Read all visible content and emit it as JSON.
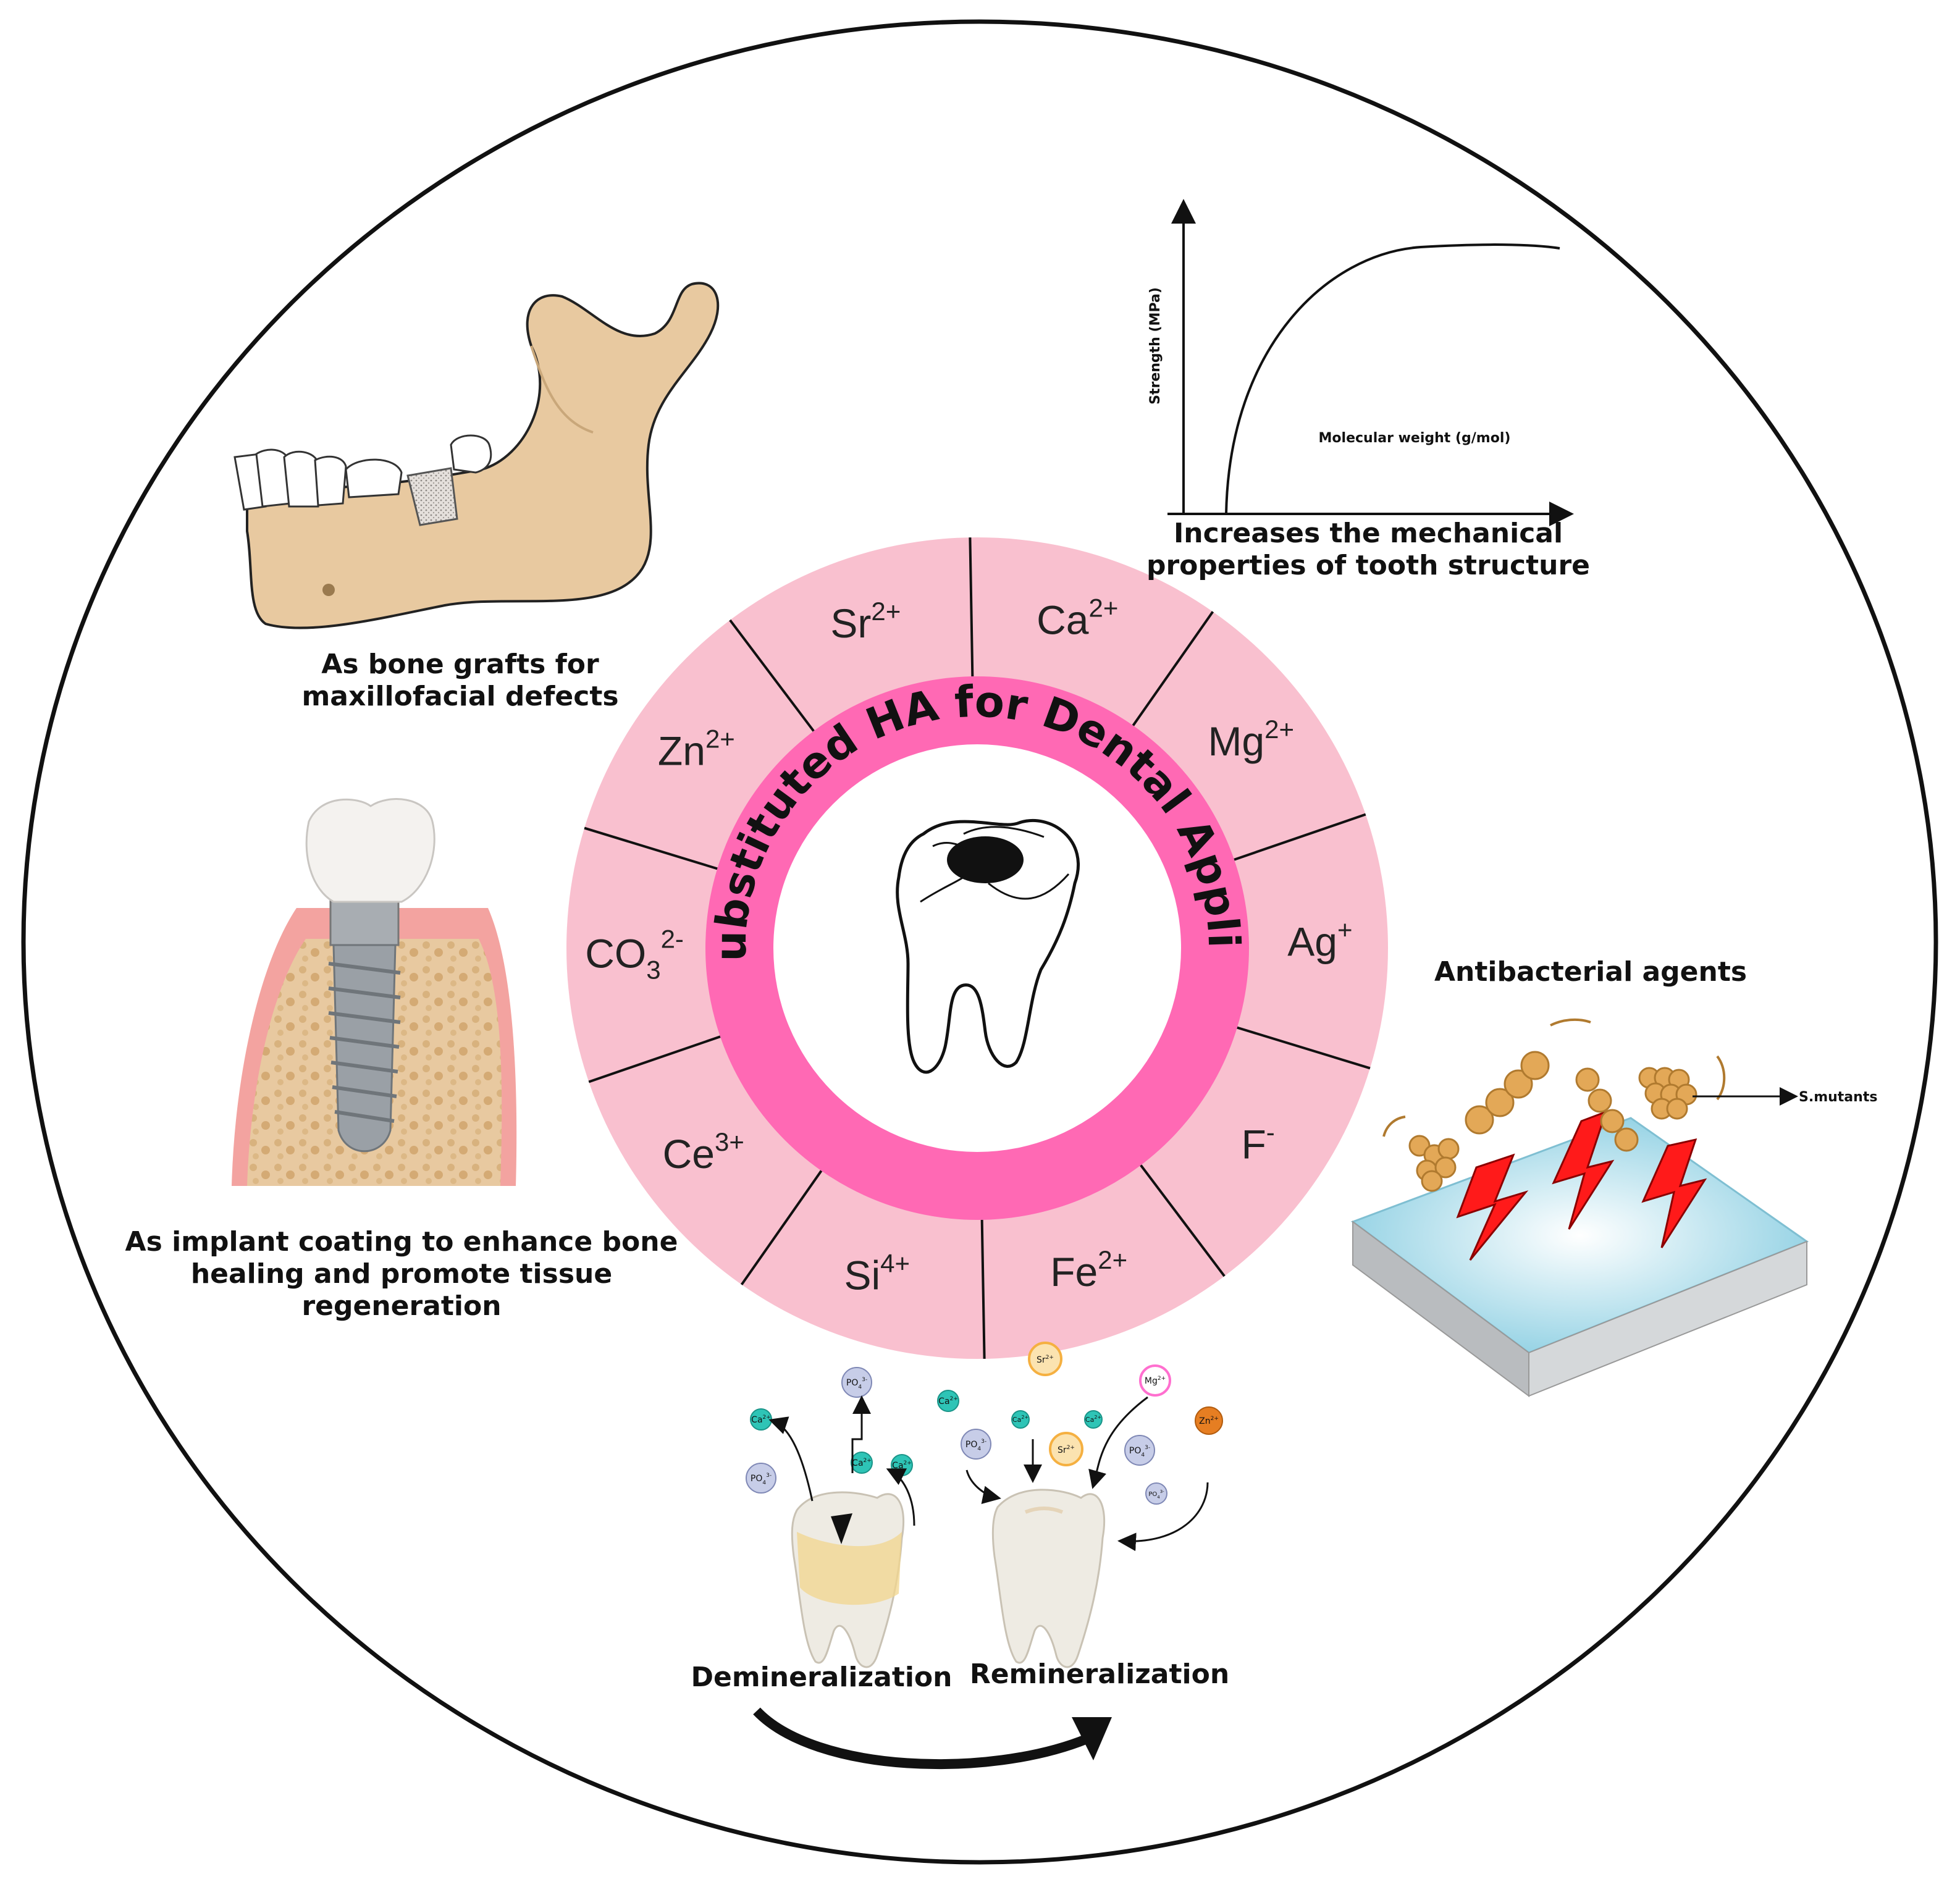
{
  "center_title": "Ionic Substituted HA for Dental Applications",
  "ions": [
    {
      "base": "Ca",
      "sup": "2+",
      "sub": ""
    },
    {
      "base": "Mg",
      "sup": "2+",
      "sub": ""
    },
    {
      "base": "Ag",
      "sup": "+",
      "sub": ""
    },
    {
      "base": "F",
      "sup": "-",
      "sub": ""
    },
    {
      "base": "Fe",
      "sup": "2+",
      "sub": ""
    },
    {
      "base": "Si",
      "sup": "4+",
      "sub": ""
    },
    {
      "base": "Ce",
      "sup": "3+",
      "sub": ""
    },
    {
      "base": "CO",
      "sup": "2-",
      "sub": "3"
    },
    {
      "base": "Zn",
      "sup": "2+",
      "sub": ""
    },
    {
      "base": "Sr",
      "sup": "2+",
      "sub": ""
    }
  ],
  "captions": {
    "bone_graft": [
      "As bone grafts for",
      "maxillofacial defects"
    ],
    "implant": [
      "As implant coating to enhance bone",
      "healing and promote tissue",
      "regeneration"
    ],
    "mechanical": [
      "Increases the mechanical",
      "properties of tooth structure"
    ],
    "antibacterial": "Antibacterial agents",
    "smutants": "S.mutants",
    "demin": "Demineralization",
    "remin": "Remineralization"
  },
  "graph": {
    "ylabel": "Strength (MPa)",
    "xlabel": "Molecular weight (g/mol)"
  },
  "remin_ions": {
    "ca": "Ca",
    "ca_sup": "2+",
    "po": "PO",
    "po_sub": "4",
    "po_sup": "3-",
    "sr": "Sr",
    "sr_sup": "2+",
    "mg": "Mg",
    "mg_sup": "2+",
    "zn": "Zn",
    "zn_sup": "2+"
  },
  "colors": {
    "ring_outer": "#f9c0cf",
    "ring_inner": "#ff69b4",
    "bone": "#e8c9a0",
    "gum": "#f3a3a0",
    "bolt": "#ff1a1a",
    "bacteria": "#e3a857",
    "surface": "#a9dbe8",
    "ca_ion": "#2ec4b6",
    "po_ion": "#c7cde8",
    "sr_ion": "#f5b041",
    "mg_ion": "#ff6fcf",
    "zn_ion": "#e67e22"
  }
}
